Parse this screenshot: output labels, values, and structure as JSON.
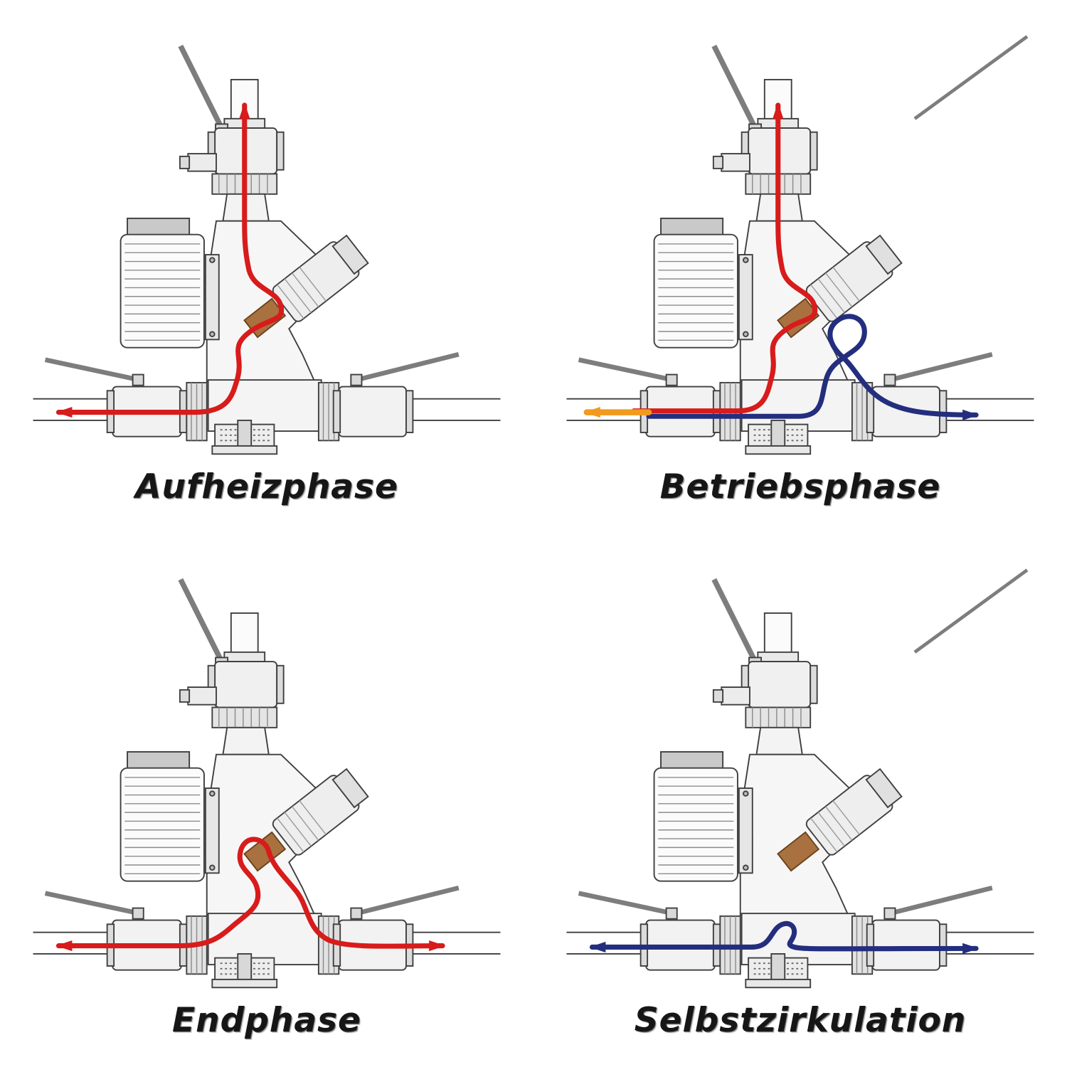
{
  "page": {
    "background": "#ffffff"
  },
  "colors": {
    "hot": "#d81b1b",
    "cold": "#242e7e",
    "warm": "#f29a1d",
    "line": "#3f3f3f"
  },
  "panels": [
    {
      "id": "aufheizphase",
      "label": "Aufheizphase",
      "flows": {
        "supply": {
          "color": "#d81b1b"
        }
      }
    },
    {
      "id": "betriebsphase",
      "label": "Betriebsphase",
      "flows": {
        "supply": {
          "color": "#d81b1b"
        },
        "return": {
          "color": "#242e7e"
        },
        "mixed": {
          "color": "#f29a1d"
        }
      }
    },
    {
      "id": "endphase",
      "label": "Endphase",
      "flows": {
        "supply": {
          "color": "#d81b1b"
        }
      }
    },
    {
      "id": "selbstzirkulation",
      "label": "Selbstzirkulation",
      "flows": {
        "circulation": {
          "color": "#242e7e"
        }
      }
    }
  ]
}
